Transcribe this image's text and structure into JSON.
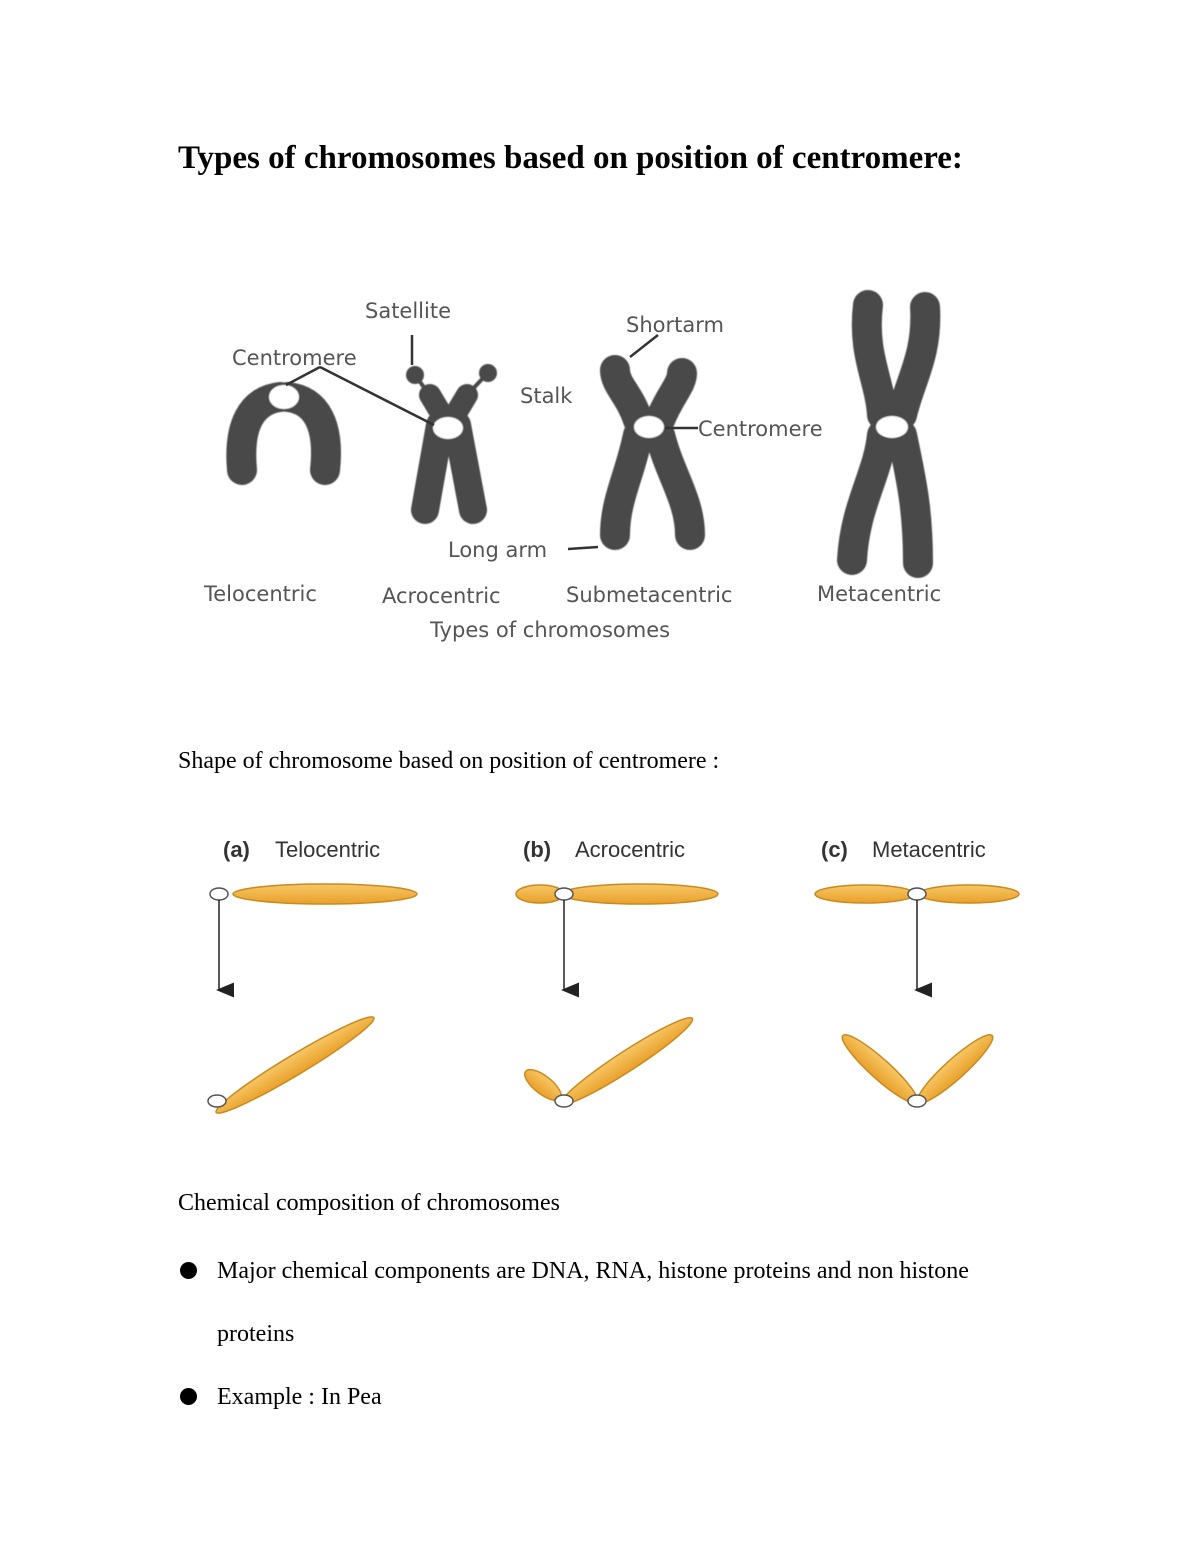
{
  "title": "Types of chromosomes based on position of centromere:",
  "figure1": {
    "labels": {
      "satellite": "Satellite",
      "centromere_left": "Centromere",
      "shortarm": "Shortarm",
      "stalk": "Stalk",
      "centromere_right": "Centromere",
      "long_arm": "Long arm"
    },
    "types": [
      "Telocentric",
      "Acrocentric",
      "Submetacentric",
      "Metacentric"
    ],
    "caption": "Types of chromosomes"
  },
  "shape_heading": "Shape of chromosome based on position of centromere :",
  "figure2": {
    "panels": [
      {
        "tag": "(a)",
        "name": "Telocentric"
      },
      {
        "tag": "(b)",
        "name": "Acrocentric"
      },
      {
        "tag": "(c)",
        "name": "Metacentric"
      }
    ]
  },
  "chemical_heading": "Chemical composition of chromosomes",
  "bullets": [
    "Major chemical components are DNA, RNA, histone proteins and non histone proteins",
    "Example : In Pea"
  ],
  "colors": {
    "chromosome_dark": "#4a4a4a",
    "chromosome_orange": "#f3b23a",
    "outline_orange": "#c98a20"
  }
}
